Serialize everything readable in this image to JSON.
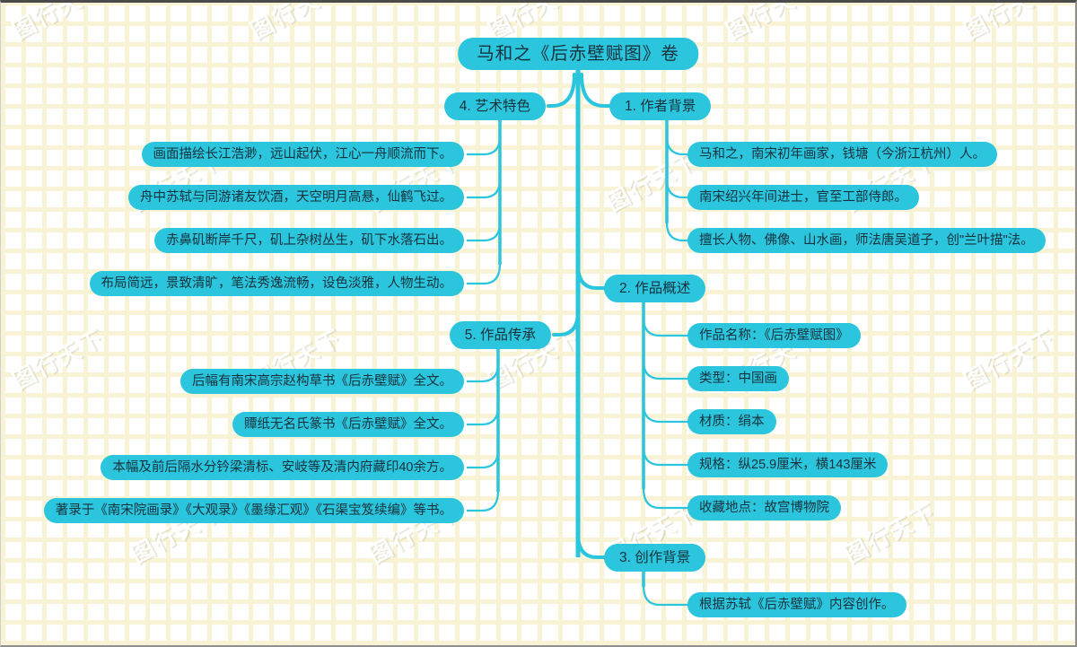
{
  "watermark": {
    "text": "图行天下"
  },
  "colors": {
    "node_fill": "#2bc5dd",
    "node_text": "#16323c",
    "grid_line": "#f7f3d4",
    "background": "#ffffff"
  },
  "map": {
    "root": {
      "label": "马和之《后赤壁赋图》卷"
    },
    "branches": [
      {
        "label": "1. 作者背景",
        "children": [
          "马和之，南宋初年画家，钱塘（今浙江杭州）人。",
          "南宋绍兴年间进士，官至工部侍郎。",
          "擅长人物、佛像、山水画，师法唐吴道子，创\"兰叶描\"法。"
        ]
      },
      {
        "label": "2. 作品概述",
        "children": [
          "作品名称：《后赤壁赋图》",
          "类型：中国画",
          "材质：绢本",
          "规格：纵25.9厘米，横143厘米",
          "收藏地点：故宫博物院"
        ]
      },
      {
        "label": "3. 创作背景",
        "children": [
          "根据苏轼《后赤壁赋》内容创作。"
        ]
      },
      {
        "label": "4. 艺术特色",
        "children": [
          "画面描绘长江浩渺，远山起伏，江心一舟顺流而下。",
          "舟中苏轼与同游诸友饮酒，天空明月高悬，仙鹤飞过。",
          "赤鼻矶断岸千尺，矶上杂树丛生，矶下水落石出。",
          "布局简远，景致清旷，笔法秀逸流畅，设色淡雅，人物生动。"
        ]
      },
      {
        "label": "5. 作品传承",
        "children": [
          "后幅有南宋高宗赵构草书《后赤壁赋》全文。",
          "贉纸无名氏篆书《后赤壁赋》全文。",
          "本幅及前后隔水分钤梁清标、安岐等及清内府藏印40余方。",
          "著录于《南宋院画录》《大观录》《墨缘汇观》《石渠宝笈续编》等书。"
        ]
      }
    ]
  }
}
